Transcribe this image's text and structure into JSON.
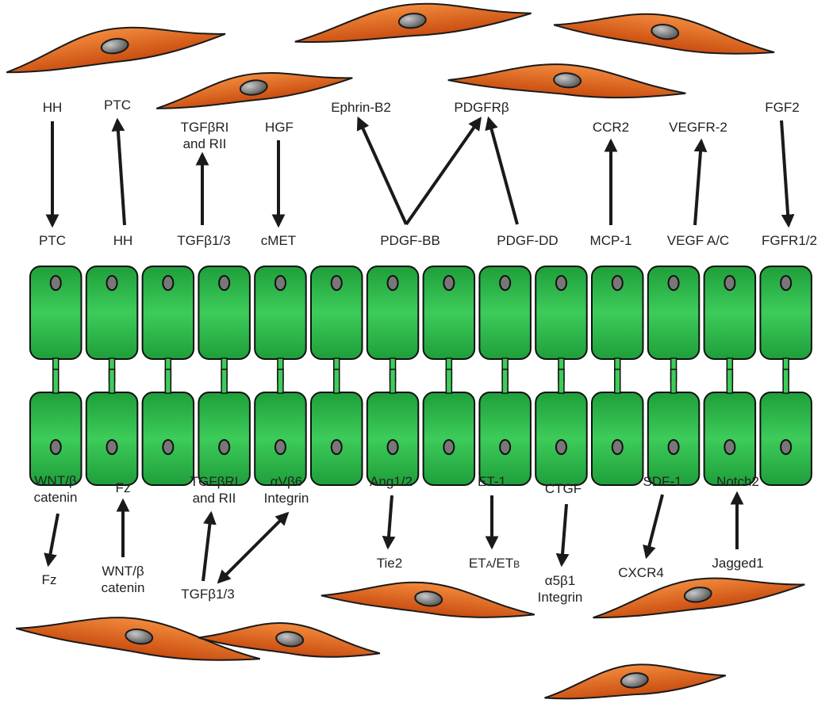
{
  "colors": {
    "endothelial_cell": "#1f9e3a",
    "endothelial_cell_light": "#3dcc5a",
    "nucleus": "#777777",
    "pericyte": "#d85a18",
    "pericyte_light": "#f28a3c",
    "pericyte_nucleus": "#8a8a8a",
    "arrow": "#1a1a1a",
    "text": "#222222"
  },
  "cells": {
    "top_row_count": 14,
    "bottom_row_count": 14
  },
  "labels": {
    "hh_top": "HH",
    "ptc_bottom": "PTC",
    "ptc_top": "PTC",
    "hh_bottom": "HH",
    "tgfbri_rii_top": [
      "TGFβRI",
      "and RII"
    ],
    "tgfb13_top": "TGFβ1/3",
    "hgf": "HGF",
    "cmet": "cMET",
    "ephrin_b2": "Ephrin-B2",
    "pdgfrb": "PDGFRβ",
    "pdgf_bb": "PDGF-BB",
    "pdgf_dd": "PDGF-DD",
    "ccr2": "CCR2",
    "mcp1": "MCP-1",
    "vegfr2": "VEGFR-2",
    "vegf_ac": "VEGF A/C",
    "fgf2": "FGF2",
    "fgfr12": "FGFR1/2",
    "wnt_b_catenin_top": [
      "WNT/β",
      "catenin"
    ],
    "fz_bottom": "Fz",
    "fz_top": "Fz",
    "wnt_b_catenin_bottom": [
      "WNT/β",
      "catenin"
    ],
    "tgfbri_rii_bottom": [
      "TGFβRI",
      "and RII"
    ],
    "tgfb13_bottom": "TGFβ1/3",
    "avb6_integrin": [
      "αVβ6",
      "Integrin"
    ],
    "ang12": "Ang1/2",
    "tie2": "Tie2",
    "et1": "ET-1",
    "eta_etb": {
      "main1": "ET",
      "sub1": "A",
      "sep": "/ET",
      "sub2": "B"
    },
    "ctgf": "CTGF",
    "a5b1_integrin": [
      "α5β1",
      "Integrin"
    ],
    "sdf1": "SDF-1",
    "cxcr4": "CXCR4",
    "notch2": "Notch2",
    "jagged1": "Jagged1"
  }
}
